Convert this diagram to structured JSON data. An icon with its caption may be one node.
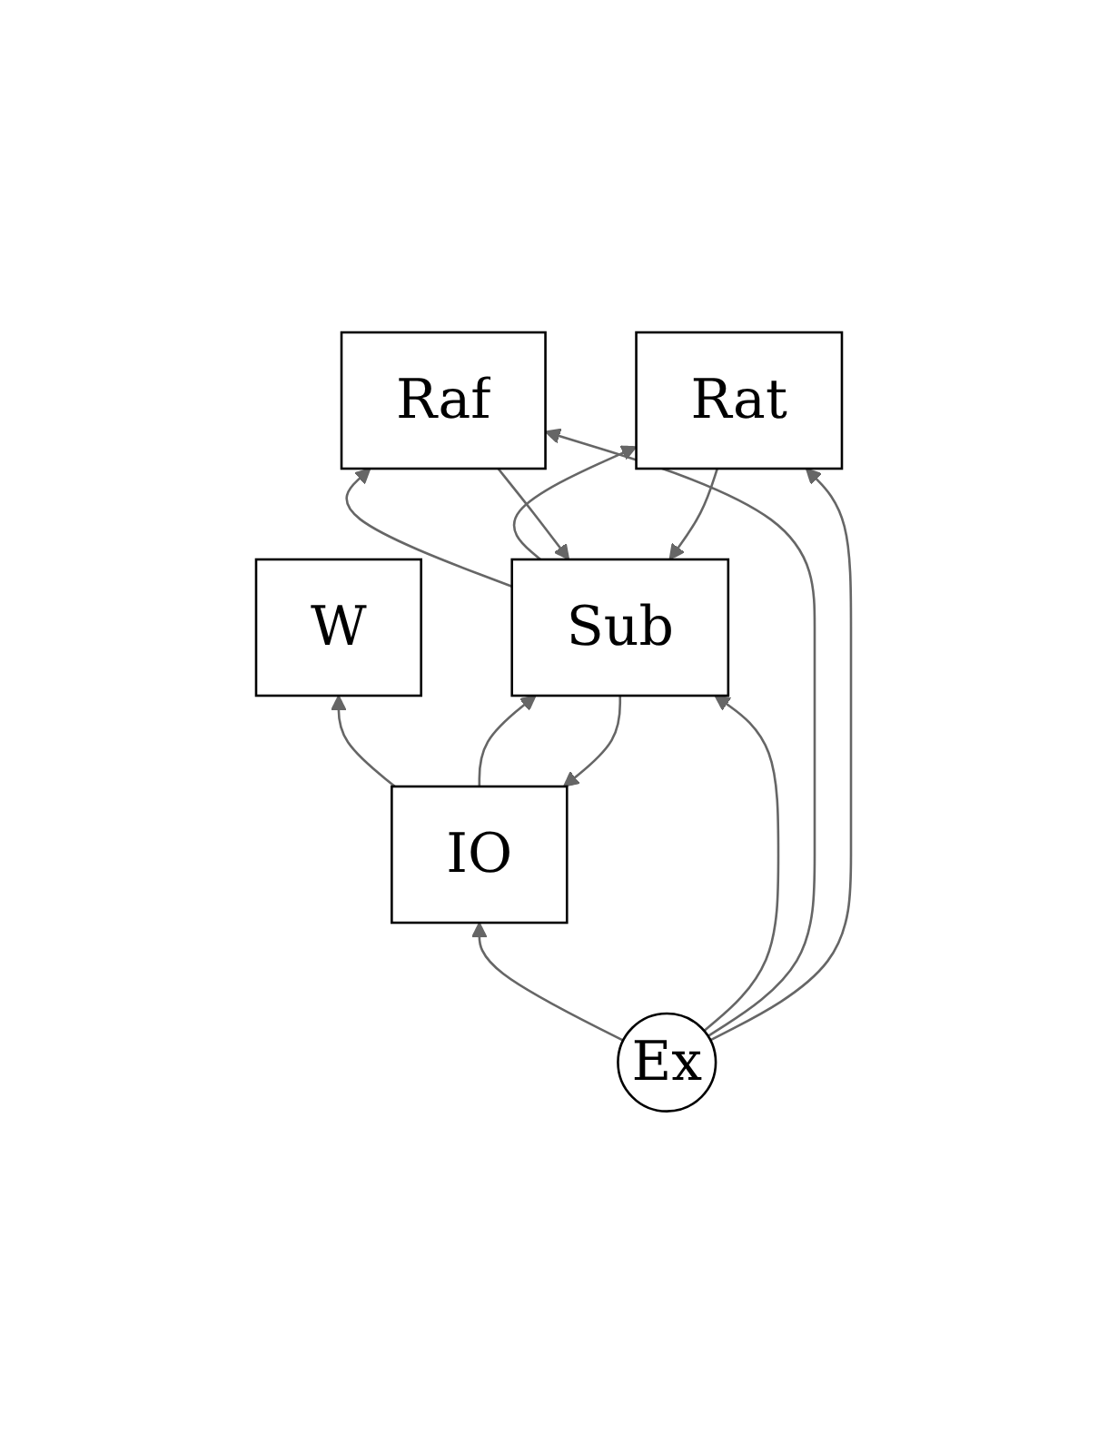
{
  "diagram": {
    "nodes": [
      {
        "text": [
          "W"
        ]
      },
      {
        "text": [
          "IO"
        ]
      },
      {
        "text": [
          "Sub"
        ]
      },
      {
        "text": [
          "Raf"
        ]
      },
      {
        "text": [
          "Rat"
        ]
      },
      {
        "text": [
          "Ex"
        ]
      }
    ],
    "edges": [
      {
        "from": 1,
        "to": 0,
        "arrow": "to"
      },
      {
        "from": 1,
        "to": 2,
        "arrow": "to"
      },
      {
        "from": 2,
        "to": 1,
        "arrow": "to"
      },
      {
        "from": 3,
        "to": 2,
        "arrow": "to"
      },
      {
        "from": 2,
        "to": 3,
        "arrow": "to"
      },
      {
        "from": 5,
        "to": 1,
        "arrow": "to"
      },
      {
        "from": 5,
        "to": 2,
        "arrow": "to"
      },
      {
        "from": 5,
        "to": 3,
        "arrow": "to"
      },
      {
        "from": 2,
        "to": 4,
        "arrow": "to"
      },
      {
        "from": 4,
        "to": 2,
        "arrow": "to"
      },
      {
        "from": 5,
        "to": 4,
        "arrow": "to"
      }
    ]
  }
}
